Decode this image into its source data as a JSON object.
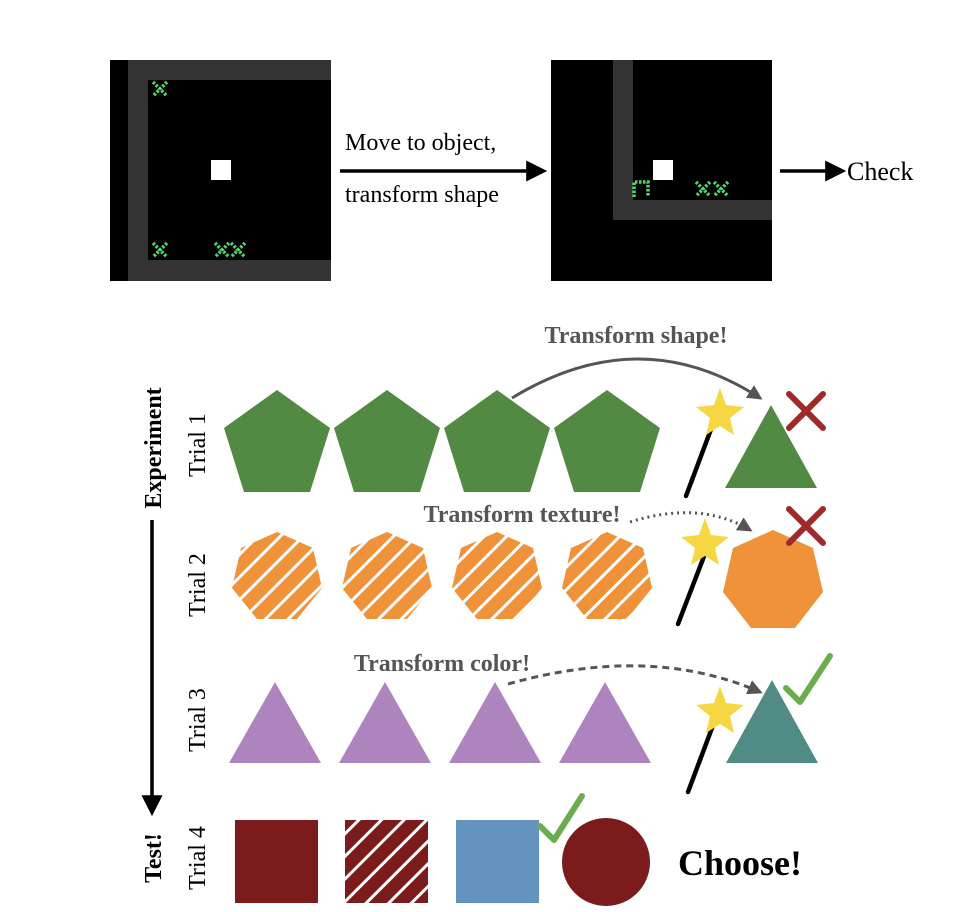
{
  "top": {
    "step_label_line1": "Move to object,",
    "step_label_line2": "transform shape",
    "check_label": "Check"
  },
  "timeline": {
    "experiment_label": "Experiment",
    "test_label": "Test!"
  },
  "trials": [
    {
      "label": "Trial 1",
      "annotation": "Transform shape!",
      "result": "wrong"
    },
    {
      "label": "Trial 2",
      "annotation": "Transform texture!",
      "result": "wrong"
    },
    {
      "label": "Trial 3",
      "annotation": "Transform color!",
      "result": "correct"
    },
    {
      "label": "Trial 4",
      "prompt": "Choose!"
    }
  ],
  "colors": {
    "green": "#538a43",
    "orange": "#ef923a",
    "purple": "#ad84bd",
    "teal": "#518b86",
    "dark_red": "#7c1b1b",
    "blue": "#6593c0",
    "star": "#f6d743",
    "wrong_mark": "#9e2a2a",
    "check_mark": "#6aad4e",
    "annotation_text": "#555555",
    "grid_green": "#55d26a",
    "wall_gray": "#333333"
  },
  "icons": {
    "wrong": "cross-icon",
    "correct": "checkmark-icon",
    "transform": "magic-wand-icon"
  }
}
